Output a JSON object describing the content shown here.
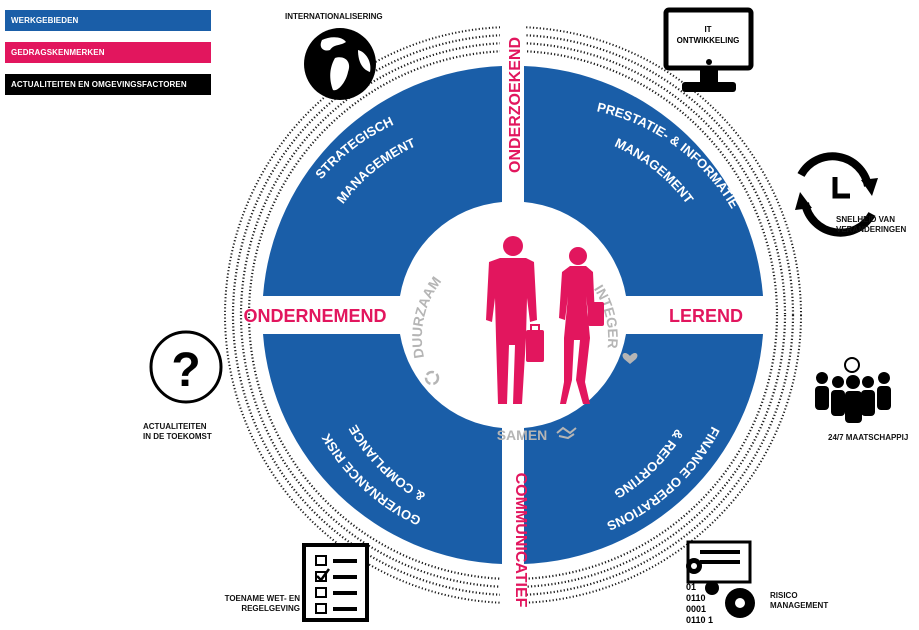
{
  "legend": [
    {
      "label": "WERKGEBIEDEN",
      "color": "#1a5ea8"
    },
    {
      "label": "GEDRAGSKENMERKEN",
      "color": "#e2165e"
    },
    {
      "label": "ACTUALITEITEN EN OMGEVINGSFACTOREN",
      "color": "#000000"
    }
  ],
  "colors": {
    "blue": "#1a5ea8",
    "pink": "#e2165e",
    "gray": "#c8c8c8",
    "black": "#000000"
  },
  "quadrants": {
    "top_left": [
      "STRATEGISCH",
      "MANAGEMENT"
    ],
    "top_right": [
      "PRESTATIE- & INFORMATIE",
      "MANAGEMENT"
    ],
    "bottom_left": [
      "GOVERNANCE RISK",
      "& COMPLIANCE"
    ],
    "bottom_right": [
      "FINANCE OPERATIONS",
      "& REPORTING"
    ]
  },
  "behaviours": {
    "top": "ONDERZOEKEND",
    "left": "ONDERNEMEND",
    "right": "LEREND",
    "bottom": "COMMUNICATIEF"
  },
  "inner": {
    "left": "DUURZAAM",
    "right": "INTEGER",
    "bottom": "SAMEN"
  },
  "factors": {
    "internationalisering": "INTERNATIONALISERING",
    "it_line1": "IT",
    "it_line2": "ONTWIKKELING",
    "snelheid_line1": "SNELHEID VAN",
    "snelheid_line2": "VERANDERINGEN",
    "maatschappij": "24/7 MAATSCHAPPIJ",
    "risico_line1": "RISICO",
    "risico_line2": "MANAGEMENT",
    "wetgeving_line1": "TOENAME WET- EN",
    "wetgeving_line2": "REGELGEVING",
    "actualiteiten_line1": "ACTUALITEITEN",
    "actualiteiten_line2": "IN DE TOEKOMST",
    "binary": [
      "01",
      "0110",
      "0001",
      "0110 1"
    ]
  }
}
